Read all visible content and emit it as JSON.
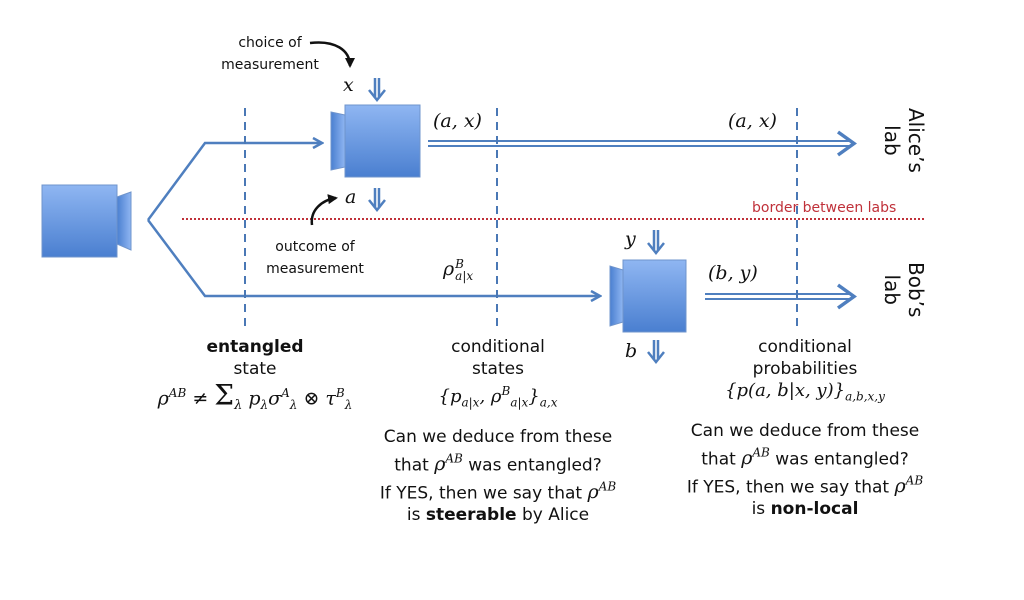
{
  "colors": {
    "box_top": "#8fb6f2",
    "box_bottom": "#4a7fd0",
    "line": "#4f7fbf",
    "dashed": "#4a78b5",
    "border_dotted": "#c0313a"
  },
  "annotations": {
    "choice": [
      "choice of",
      "measurement"
    ],
    "outcome": [
      "outcome of",
      "measurement"
    ],
    "border": "border between labs"
  },
  "vars": {
    "x": "x",
    "a": "a",
    "y": "y",
    "b": "b",
    "ax1": "(a, x)",
    "ax2": "(a, x)",
    "by": "(b, y)",
    "rho_cond": "ρ"
  },
  "labs": {
    "alice": [
      "Alice’s",
      "lab"
    ],
    "bob": [
      "Bob’s",
      "lab"
    ]
  },
  "columns": {
    "entangled": {
      "title_bold": "entangled",
      "title": "state",
      "formula": "ρ^AB ≠ Σ_λ p_λ σ_λ^A ⊗ τ_λ^B"
    },
    "conditional_states": {
      "title": [
        "conditional",
        "states"
      ],
      "formula": "{p_a|x, ρ^B_a|x}_a,x",
      "question": [
        "Can we deduce from these",
        "that",
        "was entangled?",
        "If YES, then we say that",
        "is",
        "steerable",
        "by Alice"
      ]
    },
    "conditional_probabilities": {
      "title": [
        "conditional",
        "probabilities"
      ],
      "formula": "{p(a,b|x,y)}_a,b,x,y",
      "question": [
        "Can we deduce from these",
        "that",
        "was entangled?",
        "If YES, then we say that",
        "is",
        "non-local"
      ]
    }
  }
}
